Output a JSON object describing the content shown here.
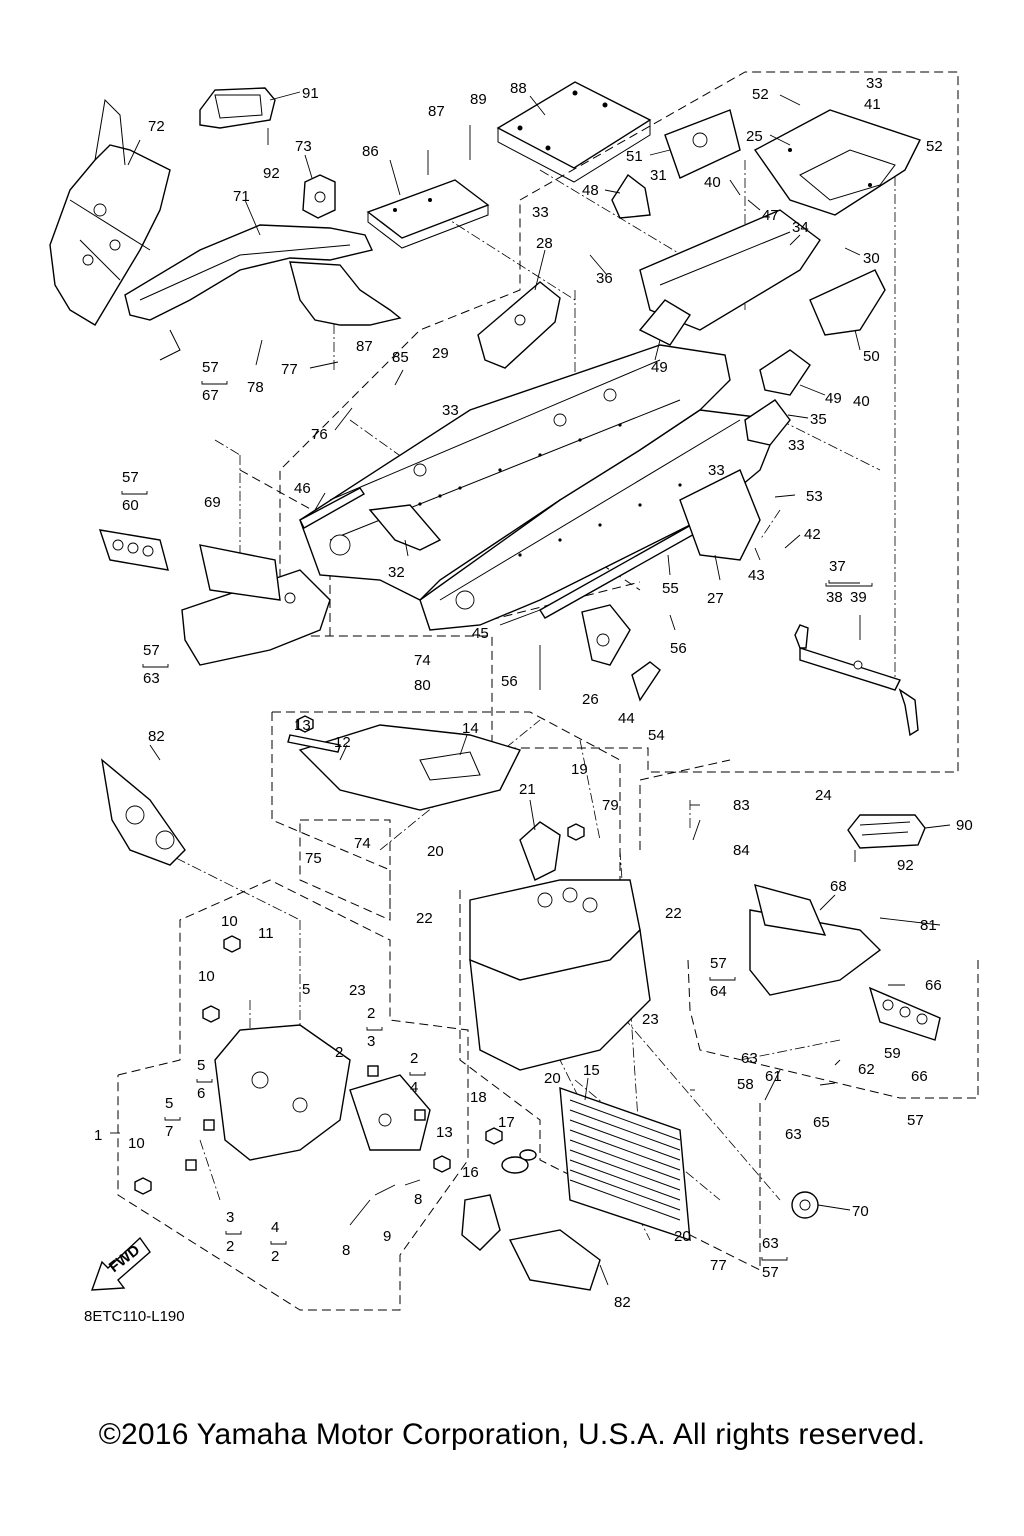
{
  "diagram": {
    "drawing_code": "8ETC110-L190",
    "copyright": "©2016 Yamaha Motor Corporation, U.S.A. All rights reserved.",
    "fwd_label": "FWD",
    "callouts": [
      "1",
      "2",
      "3",
      "4",
      "5",
      "6",
      "7",
      "8",
      "9",
      "10",
      "11",
      "12",
      "13",
      "14",
      "15",
      "16",
      "17",
      "18",
      "19",
      "20",
      "21",
      "22",
      "23",
      "24",
      "25",
      "26",
      "27",
      "28",
      "29",
      "30",
      "31",
      "32",
      "33",
      "34",
      "35",
      "36",
      "37",
      "38",
      "39",
      "40",
      "41",
      "42",
      "43",
      "44",
      "45",
      "46",
      "47",
      "48",
      "49",
      "50",
      "51",
      "52",
      "53",
      "54",
      "55",
      "56",
      "57",
      "58",
      "59",
      "60",
      "61",
      "62",
      "63",
      "64",
      "65",
      "66",
      "67",
      "68",
      "69",
      "70",
      "71",
      "72",
      "73",
      "74",
      "75",
      "76",
      "77",
      "78",
      "79",
      "80",
      "81",
      "82",
      "83",
      "84",
      "85",
      "86",
      "87",
      "88",
      "89",
      "90",
      "91",
      "92"
    ]
  }
}
